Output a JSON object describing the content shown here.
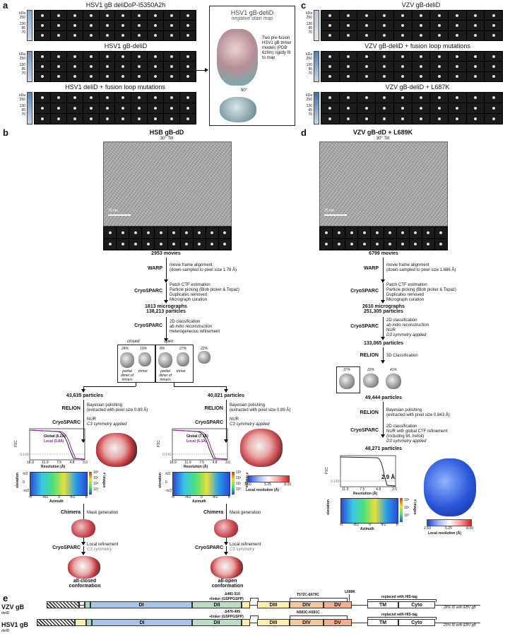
{
  "panels": {
    "a": "a",
    "b": "b",
    "c": "c",
    "d": "d",
    "e": "e"
  },
  "a": {
    "titles": [
      "HSV1 gB deliDoP-I5350A2h",
      "HSV1 gB-deliD",
      "HSV1 deliD + fusion loop mutations"
    ],
    "ladder": [
      "kDa",
      "250",
      "130",
      "95",
      "70"
    ],
    "map_title": "HSV1 gB-deliD",
    "map_subtitle": "negative stain map",
    "map_note": "Two pre-fusion HSV1 gB trimer models (PDB 6z9m) rigidly fit to map",
    "rotation": "90°"
  },
  "c": {
    "titles": [
      "VZV gB-deliD",
      "VZV gB-deliD + fusion loop mutations",
      "VZV gB-deliD + L687K"
    ],
    "ladder": [
      "kDa",
      "250",
      "130",
      "95",
      "70"
    ]
  },
  "b": {
    "title": "HSB gB-dD",
    "tilt": "30° Tilt",
    "scale": "75 nm",
    "movies": "2953 movies",
    "s1_tool": "WARP",
    "s1_desc": [
      "movie frame alignment",
      "(down-sampled to pixel size 1.78 Å)"
    ],
    "s2_tool": "CryoSPARC",
    "s2_desc": [
      "Patch CTF estimation",
      "Particle picking (Blob picker & Topaz)",
      "Duplicates removed",
      "Micrograph curation"
    ],
    "count2": [
      "1813 micrographs",
      "138,213 particles"
    ],
    "s3_tool": "CryoSPARC",
    "s3_desc": [
      "2D classification",
      "ab initio reconstruction",
      "Heterogeneous refinement"
    ],
    "closed": "closed",
    "open": "open",
    "pct": [
      "24%",
      "19%",
      "8%",
      "27%",
      "22%"
    ],
    "cls_lbl": [
      "partial dimer of trimers",
      "trimer",
      "partial dimer of trimers",
      "trimer"
    ],
    "left": {
      "particles": "43,635 particles",
      "tool1": "RELION",
      "desc1": [
        "Bayesian polishing",
        "(extracted with pixel size 0.89 Å)"
      ],
      "tool2": "CryoSPARC",
      "desc2": [
        "NUR",
        "C3 symmetry applied"
      ],
      "global": "Global (6.2Å)",
      "local": "Local (5.8Å)",
      "tool3": "Chimera",
      "desc3": "Mask generation",
      "tool4": "CryoSPARC",
      "desc4": [
        "Local refinement",
        "C3 symmetry"
      ],
      "final": [
        "all-closed",
        "conformation"
      ]
    },
    "right": {
      "particles": "40,021 particles",
      "tool1": "RELION",
      "desc1": [
        "Bayesian polishing",
        "(extracted with pixel size 0.89 Å)"
      ],
      "tool2": "CryoSPARC",
      "desc2": [
        "NUR",
        "C3 symmetry applied"
      ],
      "global": "Global (7.1Å)",
      "local": "Local (6.3Å)",
      "tool3": "Chimera",
      "desc3": "Mask generation",
      "tool4": "CryoSPARC",
      "desc4": [
        "Local refinement",
        "C3 symmetry"
      ],
      "final": [
        "all-open",
        "conformation"
      ]
    },
    "fsc": "FSC",
    "fsc_thr": "0.143",
    "res_lbl": "Resolution (Å)",
    "res_ticks": [
      "18.9",
      "11.9",
      "7.5",
      "4.8",
      "3.0"
    ],
    "elev": "elevation",
    "azim": "Azimuth",
    "az_ticks": [
      "-π",
      "-π/2",
      "0",
      "π/2",
      "π"
    ],
    "el_ticks": [
      "π/2",
      "0",
      "-π/2"
    ],
    "img": "# images",
    "img_ticks": [
      "10³",
      "10²",
      "10¹",
      "10⁰"
    ],
    "lr": "Local resolution (Å)",
    "lr_ticks": [
      "2.50",
      "5.25",
      "8.00"
    ]
  },
  "d": {
    "title": "VZV gB-dD + L689K",
    "tilt": "30° Tilt",
    "scale": "75 nm",
    "movies": "6799 movies",
    "s1_tool": "WARP",
    "s1_desc": [
      "movie frame alignment",
      "(down-sampled to pixel size 1.686 Å)"
    ],
    "s2_tool": "CryoSPARC",
    "s2_desc": [
      "Patch CTF estimation",
      "Particle picking (Blob picker & Topaz)",
      "Duplicates removed",
      "Micrograph curation"
    ],
    "count2": [
      "2610 micrographs",
      "251,305 particles"
    ],
    "s3_tool": "CryoSPARC",
    "s3_desc": [
      "2D classification",
      "ab initio reconstruction",
      "NUR",
      "D3 symmetry applied"
    ],
    "count3": "133,065 particles",
    "s4_tool": "RELION",
    "s4_desc": "3D Classification",
    "pct": [
      "37%",
      "22%",
      "41%"
    ],
    "count4": "49,444 particles",
    "s5_tool": "RELION",
    "s5_desc": [
      "Bayesian polishing",
      "(extracted with pixel size 0.843 Å)"
    ],
    "s6_tool": "CryoSPARC",
    "s6_desc": [
      "2D classification",
      "NUR with global CTF refinement",
      "(including tilt, trefoil)",
      "D3 symmetry applied"
    ],
    "count5": "48,271 particles",
    "res": "2.9 Å",
    "fsc": "FSC",
    "fsc_thr": "0.143",
    "res_lbl": "Resolution (Å)",
    "res_ticks": [
      "11.9",
      "7.5",
      "4.8",
      "3.0"
    ],
    "elev": "elevation",
    "azim": "Azimuth",
    "az_ticks": [
      "-π",
      "-π/2",
      "0",
      "π/2",
      "π"
    ],
    "img": "# images",
    "img_ticks": [
      "10²",
      "10¹",
      "10⁰"
    ],
    "lr": "Local resolution (Å)",
    "lr_ticks": [
      "2.50",
      "5.25",
      "8.00"
    ]
  },
  "e": {
    "vzv": {
      "name": "VZV gB",
      "sub": "deliD",
      "del": "Δ481-510",
      "linker": "+linker (GSPPGSPP)",
      "mut1": "T572C-E679C",
      "mut2": "L689K",
      "his": "replaced with HIS-tag",
      "id": "28% ID with EBV gB"
    },
    "hsv": {
      "name": "HSV1 gB",
      "sub": "deliD",
      "del": "Δ476-499",
      "linker": "+linker (GSPPGSPP)",
      "mut1": "N583C-K691C",
      "his": "replaced with HIS-tag",
      "id": "29% ID with EBV gB"
    },
    "domains": [
      "DI",
      "DII",
      "DIII",
      "DIV",
      "DV",
      "TM",
      "Cyto"
    ],
    "colors": {
      "DI": "#a9c4e4",
      "DII": "#bcdcc4",
      "DIII": "#fbeeb0",
      "DIV": "#f5c9a0",
      "DV": "#f1b092",
      "yellow": "#fbeeb0",
      "teal": "#a5d6cf"
    }
  }
}
